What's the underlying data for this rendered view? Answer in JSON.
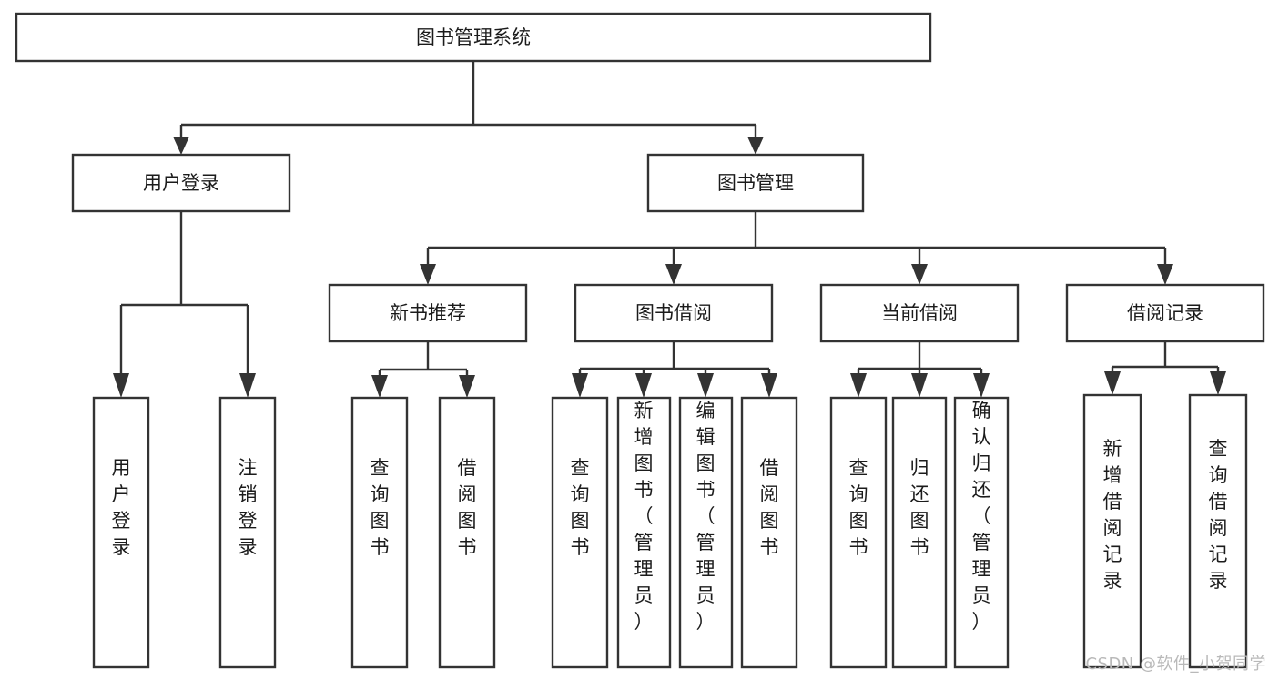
{
  "diagram": {
    "title": "图书管理系统",
    "type": "tree",
    "watermark": "CSDN @软件_小贺同学",
    "colors": {
      "stroke": "#333333",
      "fill": "#ffffff",
      "text": "#1b1b1b",
      "watermark": "#b9b9b9",
      "background": "#ffffff"
    },
    "levels": {
      "root": {
        "label": "图书管理系统"
      },
      "level2": [
        {
          "label": "用户登录"
        },
        {
          "label": "图书管理"
        }
      ],
      "level3": [
        {
          "label": "新书推荐"
        },
        {
          "label": "图书借阅"
        },
        {
          "label": "当前借阅"
        },
        {
          "label": "借阅记录"
        }
      ]
    },
    "leaves": {
      "user_login": [
        {
          "label": "用户登录"
        },
        {
          "label": "注销登录"
        }
      ],
      "new_book_recommend": [
        {
          "label": "查询图书"
        },
        {
          "label": "借阅图书"
        }
      ],
      "book_borrow": [
        {
          "label": "查询图书"
        },
        {
          "label": "新增图书（管理员）"
        },
        {
          "label": "编辑图书（管理员）"
        },
        {
          "label": "借阅图书"
        }
      ],
      "current_borrow": [
        {
          "label": "查询图书"
        },
        {
          "label": "归还图书"
        },
        {
          "label": "确认归还（管理员）"
        }
      ],
      "borrow_record": [
        {
          "label": "新增借阅记录"
        },
        {
          "label": "查询借阅记录"
        }
      ]
    }
  }
}
